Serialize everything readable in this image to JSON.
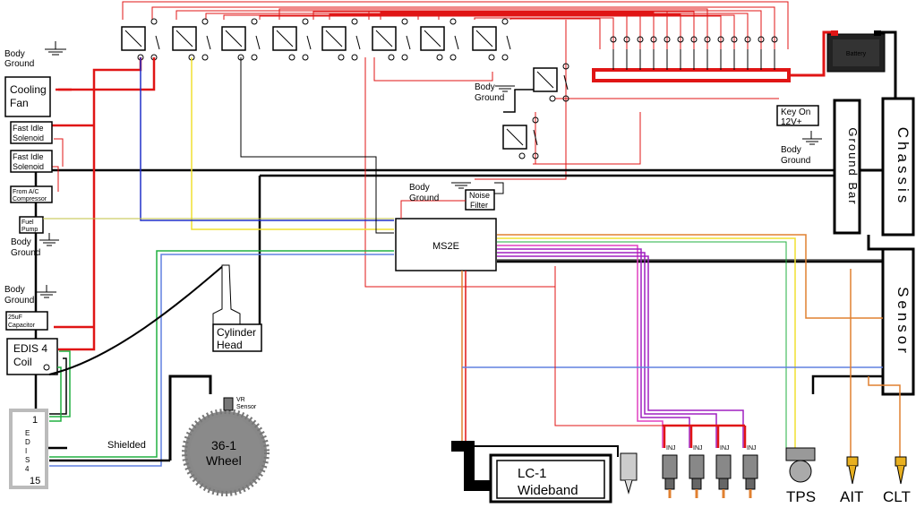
{
  "labels": {
    "body_ground": "Body\nGround",
    "cooling_fan": "Cooling\nFan",
    "fast_idle_1": "Fast Idle\nSolenoid",
    "fast_idle_2": "Fast Idle\nSolenoid",
    "from_ac": "From A/C\nCompressor",
    "fuel_pump": "Fuel\nPump",
    "capacitor": "25uF\nCapacitor",
    "edis_coil": "EDIS 4\nCoil",
    "edis_module_top": "1",
    "edis_module_letters": "E\nD\nI\nS\n4",
    "edis_module_bottom": "15",
    "shielded": "Shielded",
    "vr_sensor": "VR\nSensor",
    "wheel": "36-1\nWheel",
    "cylinder_head": "Cylinder\nHead",
    "noise_filter": "Noise\nFilter",
    "ms2e": "MS2E",
    "key_on": "Key On\n12V+",
    "ground_bar": "Ground Bar",
    "chassis": "Chassis",
    "sensor": "Sensor",
    "lc1": "LC-1\nWideband",
    "inj": "INJ",
    "tps": "TPS",
    "ait": "AIT",
    "clt": "CLT",
    "battery": "Battery"
  },
  "colors": {
    "power": "#e01515",
    "ground": "#000000",
    "signal_blue": "#2030c8",
    "signal_yellow": "#f0e030",
    "signal_green": "#20b040",
    "signal_purple": "#a020c0",
    "signal_pink": "#e040c0",
    "signal_orange": "#e08030",
    "signal_lightblue": "#6080e0"
  }
}
